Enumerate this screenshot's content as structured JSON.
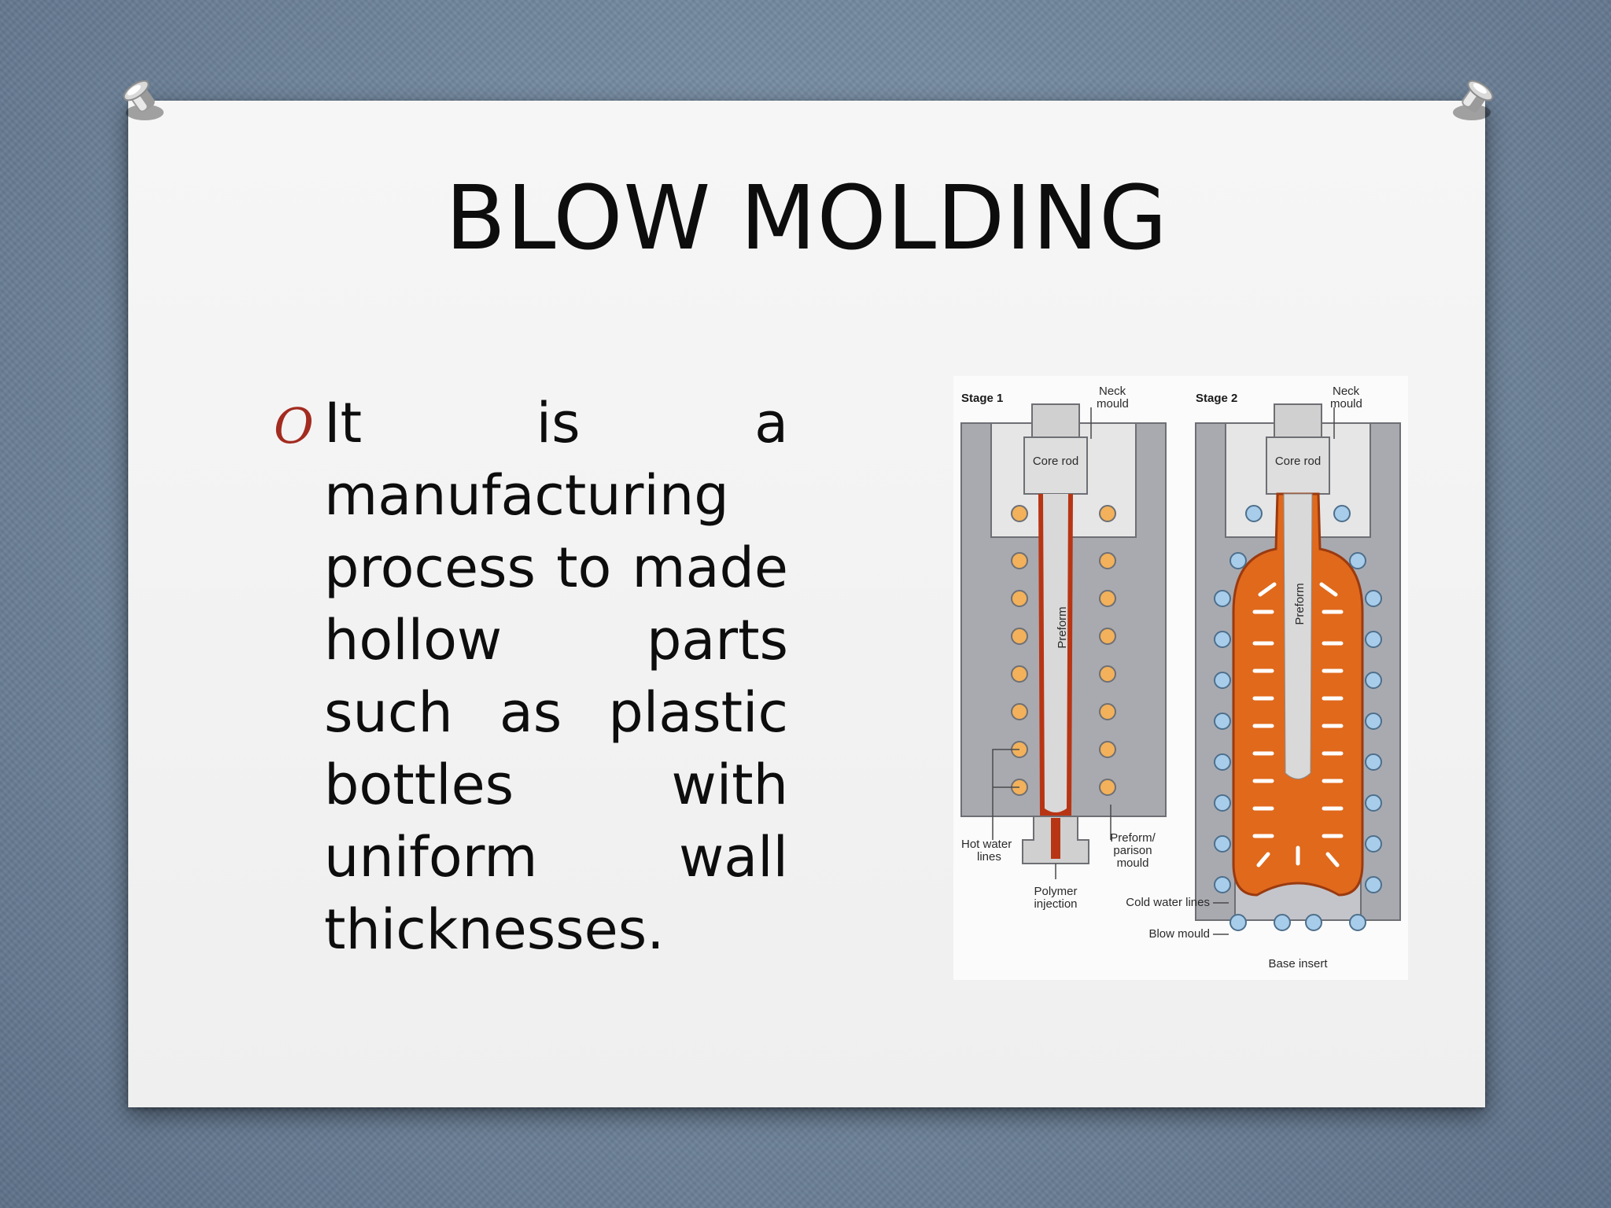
{
  "slide": {
    "title": "BLOW MOLDING",
    "bullet_marker": "O",
    "bullet_text": "It is a manufacturing process to made hollow parts such as plastic bottles with uniform wall thicknesses."
  },
  "figure": {
    "stage1": {
      "heading": "Stage 1",
      "neck_mould": [
        "Neck",
        "mould"
      ],
      "core_rod": "Core rod",
      "preform": "Preform",
      "hot_water_lines": [
        "Hot water",
        "lines"
      ],
      "polymer_injection": [
        "Polymer",
        "injection"
      ],
      "preform_parison_mould": [
        "Preform/",
        "parison",
        "mould"
      ]
    },
    "stage2": {
      "heading": "Stage 2",
      "neck_mould": [
        "Neck",
        "mould"
      ],
      "core_rod": "Core rod",
      "preform": "Preform",
      "cold_water_lines": "Cold water lines",
      "blow_mould": "Blow mould",
      "base_insert": "Base insert"
    },
    "colors": {
      "mould": "#a9aab0",
      "hot_water": "#f2b15a",
      "cold_water": "#a8cdea",
      "polymer": "#b83514",
      "blow": "#e0691c"
    }
  },
  "pin_colors": {
    "metal": "#c8c8c8"
  }
}
